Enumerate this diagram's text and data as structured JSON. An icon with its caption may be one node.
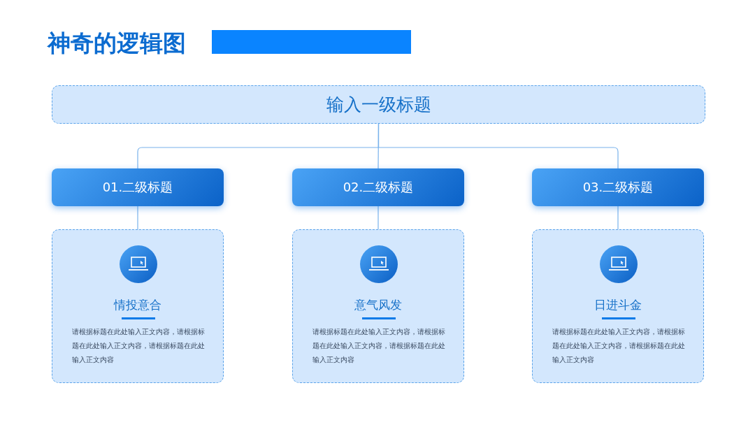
{
  "diagram": {
    "title": "神奇的逻辑图",
    "nodes": [
      {
        "text": [],
        "shape": "bar"
      },
      {
        "text": [
          "输入一级标题"
        ]
      },
      {
        "text": [
          "01.二级标题"
        ]
      },
      {
        "text": [
          "02.二级标题"
        ]
      },
      {
        "text": [
          "03.二级标题"
        ]
      },
      {
        "text": [
          "情投意合",
          "请根据标题在此处输入正文内容，请根据标题在此处输入正文内容，请根据标题在此处输入正文内容"
        ]
      },
      {
        "text": [
          "意气风发",
          "请根据标题在此处输入正文内容，请根据标题在此处输入正文内容，请根据标题在此处输入正文内容"
        ]
      },
      {
        "text": [
          "日进斗金",
          "请根据标题在此处输入正文内容，请根据标题在此处输入正文内容，请根据标题在此处输入正文内容"
        ]
      }
    ],
    "edges": [
      {
        "from": 1,
        "to": 2,
        "arrow": "none"
      },
      {
        "from": 1,
        "to": 3,
        "arrow": "none"
      },
      {
        "from": 1,
        "to": 4,
        "arrow": "none"
      },
      {
        "from": 2,
        "to": 5,
        "arrow": "none"
      },
      {
        "from": 3,
        "to": 6,
        "arrow": "none"
      },
      {
        "from": 4,
        "to": 7,
        "arrow": "none"
      }
    ]
  }
}
